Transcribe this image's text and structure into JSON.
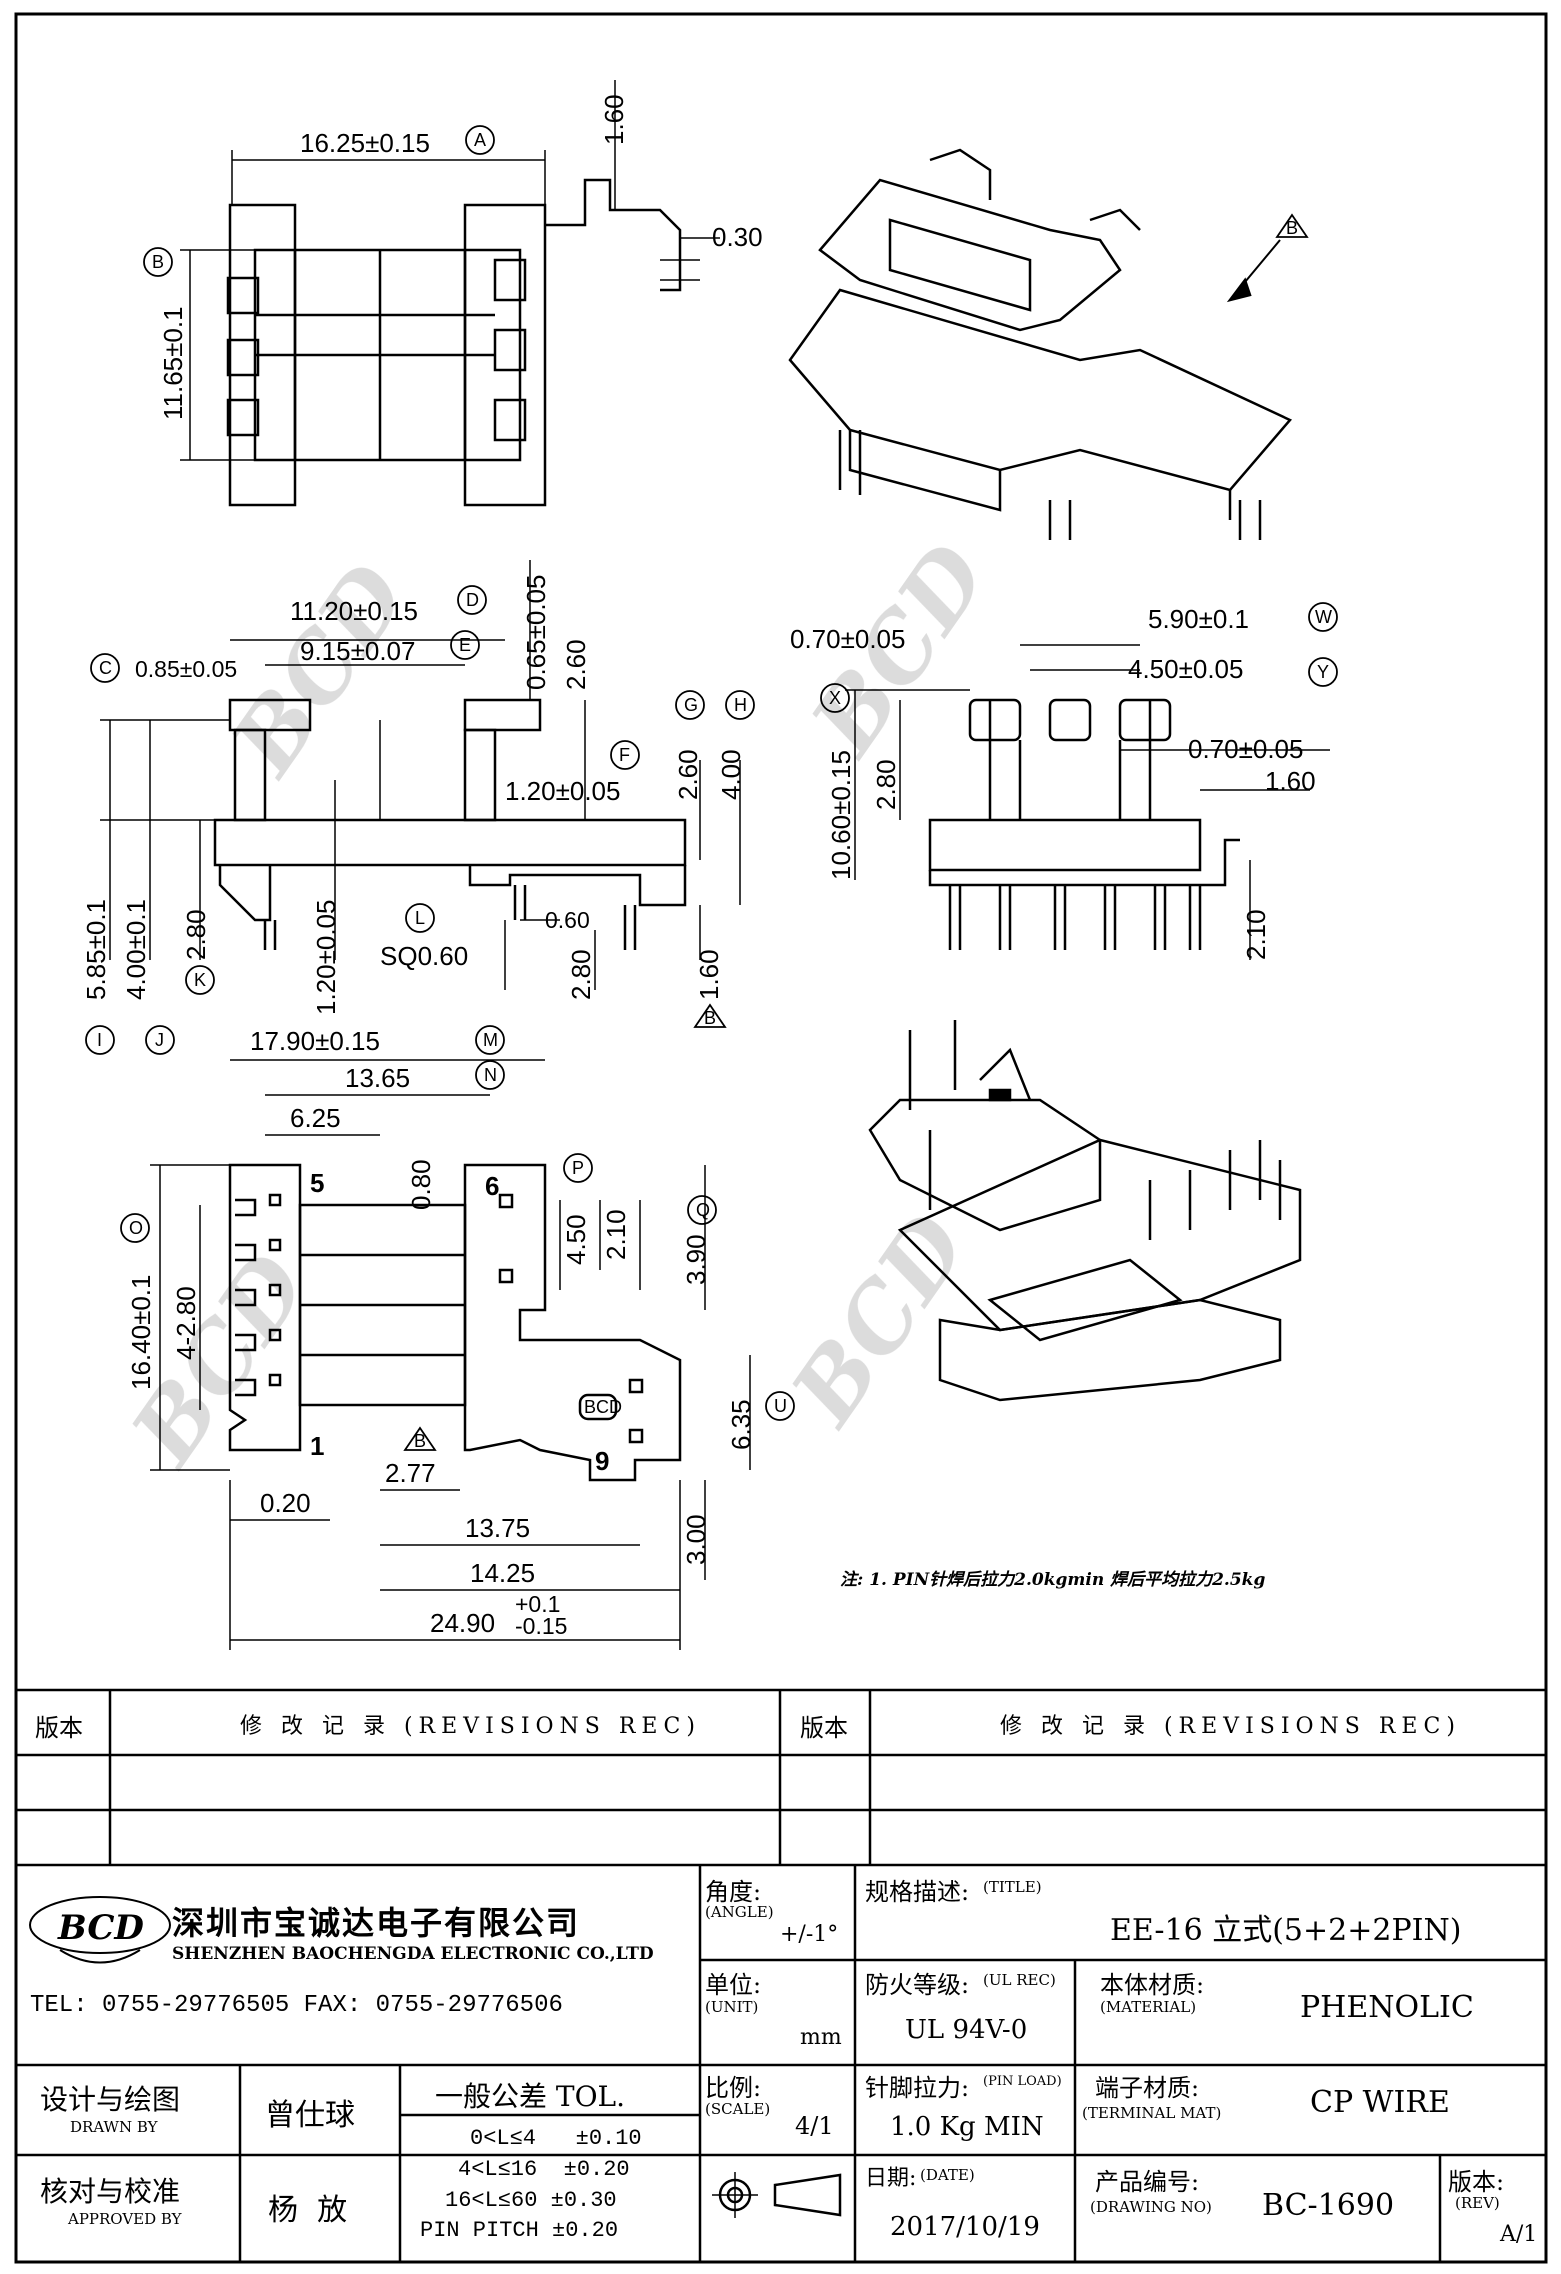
{
  "views": {
    "top_view": {
      "dims": [
        "16.25±0.15",
        "11.65±0.1",
        "1.60",
        "0.30"
      ],
      "bubbles": [
        "A",
        "B"
      ]
    },
    "front_view": {
      "dims": [
        "11.20±0.15",
        "9.15±0.07",
        "0.85±0.05",
        "0.65±0.05",
        "2.60",
        "1.20±0.05",
        "2.60",
        "4.00",
        "5.85±0.1",
        "4.00±0.1",
        "2.80",
        "1.20±0.05",
        "0.60",
        "SQ0.60",
        "2.80",
        "1.60"
      ],
      "bubbles": [
        "C",
        "D",
        "E",
        "F",
        "G",
        "H",
        "I",
        "J",
        "K",
        "L",
        "B"
      ]
    },
    "side_view": {
      "dims": [
        "0.70±0.05",
        "5.90±0.1",
        "4.50±0.05",
        "0.70±0.05",
        "1.60",
        "10.60±0.15",
        "2.80",
        "2.10"
      ],
      "bubbles": [
        "W",
        "X",
        "Y"
      ]
    },
    "bottom_view": {
      "dims": [
        "17.90±0.15",
        "13.65",
        "6.25",
        "0.80",
        "4.50",
        "2.10",
        "3.90",
        "16.40±0.1",
        "4-2.80",
        "6.35",
        "0.20",
        "2.77",
        "13.75",
        "3.00",
        "14.25",
        "24.90"
      ],
      "tol_plus": "+0.1",
      "tol_minus": "-0.15",
      "bubbles": [
        "M",
        "N",
        "O",
        "P",
        "Q",
        "U",
        "B"
      ],
      "pins": [
        "5",
        "6",
        "1",
        "9"
      ],
      "logo": "BCD"
    },
    "iso_arrow_bubble": "B"
  },
  "note": "注: 1. PIN针焊后拉力2.0kgmin  焊后平均拉力2.5kg",
  "revisions": {
    "left_head": "版本",
    "left_title": "修 改 记 录  (REVISIONS REC)",
    "right_head": "版本",
    "right_title": "修 改 记 录  (REVISIONS REC)"
  },
  "company": {
    "logo": "BCD",
    "name_cn": "深圳市宝诚达电子有限公司",
    "name_en": "SHENZHEN BAOCHENGDA ELECTRONIC CO.,LTD",
    "contact": "TEL: 0755-29776505  FAX: 0755-29776506"
  },
  "title_block": {
    "angle_label": "角度:",
    "angle_en": "(ANGLE)",
    "angle_value": "+/-1°",
    "title_label": "规格描述:",
    "title_en": "(TITLE)",
    "title_value": "EE-16 立式(5+2+2PIN)",
    "unit_label": "单位:",
    "unit_en": "(UNIT)",
    "unit_value": "mm",
    "ul_label": "防火等级:",
    "ul_en": "(UL REC)",
    "ul_value": "UL 94V-0",
    "material_label": "本体材质:",
    "material_en": "(MATERIAL)",
    "material_value": "PHENOLIC",
    "drawn_label": "设计与绘图",
    "drawn_en": "DRAWN BY",
    "drawn_value": "曾仕球",
    "tol_head": "一般公差 TOL.",
    "tol_rows": [
      "0<L≤4   ±0.10",
      "4<L≤16  ±0.20",
      "16<L≤60 ±0.30",
      "PIN PITCH ±0.20"
    ],
    "scale_label": "比例:",
    "scale_en": "(SCALE)",
    "scale_value": "4/1",
    "pin_load_label": "针脚拉力:",
    "pin_load_en": "(PIN LOAD)",
    "pin_load_value": "1.0 Kg MIN",
    "terminal_label": "端子材质:",
    "terminal_en": "(TERMINAL MAT)",
    "terminal_value": "CP WIRE",
    "approved_label": "核对与校准",
    "approved_en": "APPROVED BY",
    "approved_value": "杨  放",
    "date_label": "日期:",
    "date_en": "(DATE)",
    "date_value": "2017/10/19",
    "drawing_no_label": "产品编号:",
    "drawing_no_en": "(DRAWING NO)",
    "drawing_no_value": "BC-1690",
    "rev_label": "版本:",
    "rev_en": "(REV)",
    "rev_value": "A/1"
  }
}
